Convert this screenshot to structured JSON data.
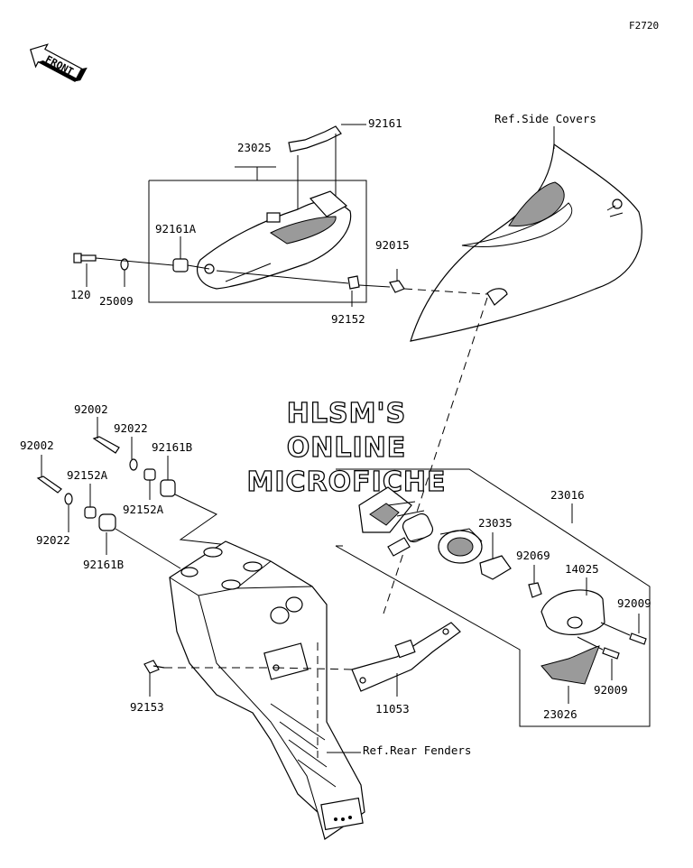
{
  "figure_code": "F2720",
  "front_label": "FRONT",
  "watermark": {
    "line1": "HLSM'S",
    "line2": "ONLINE",
    "line3": "MICROFICHE"
  },
  "refs": {
    "side_covers": "Ref.Side Covers",
    "rear_fenders": "Ref.Rear Fenders"
  },
  "parts": {
    "p92161": "92161",
    "p23025": "23025",
    "p92161A": "92161A",
    "p92015": "92015",
    "p120": "120",
    "p25009": "25009",
    "p92152": "92152",
    "p92002a": "92002",
    "p92022a": "92022",
    "p92161B_a": "92161B",
    "p92002b": "92002",
    "p92152A_a": "92152A",
    "p92152A_b": "92152A",
    "p92022b": "92022",
    "p92161B_b": "92161B",
    "p23016": "23016",
    "p23035": "23035",
    "p92069": "92069",
    "p14025": "14025",
    "p92009a": "92009",
    "p92009b": "92009",
    "p23026": "23026",
    "p92153": "92153",
    "p11053": "11053"
  }
}
